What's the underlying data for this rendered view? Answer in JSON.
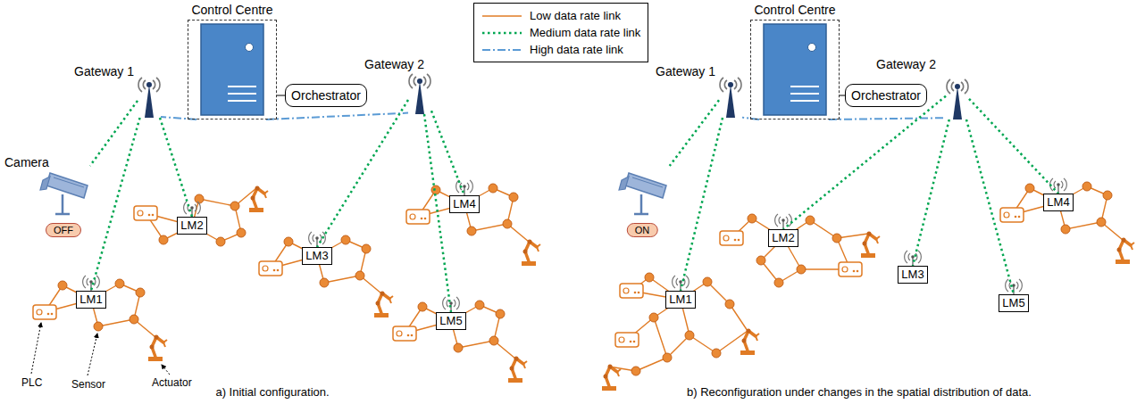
{
  "diagram": {
    "nodes": [
      {
        "text": [
          "Control Centre"
        ]
      },
      {
        "text": [
          "Orchestrator"
        ]
      },
      {
        "text": [
          "Gateway 1"
        ]
      },
      {
        "text": [
          "Gateway 2"
        ]
      },
      {
        "text": [
          "Camera",
          "OFF"
        ]
      },
      {
        "text": [
          "LM1"
        ]
      },
      {
        "text": [
          "LM2"
        ]
      },
      {
        "text": [
          "LM3"
        ]
      },
      {
        "text": [
          "LM4"
        ]
      },
      {
        "text": [
          "LM5"
        ]
      },
      {
        "text": [
          "Control Centre"
        ]
      },
      {
        "text": [
          "Orchestrator"
        ]
      },
      {
        "text": [
          "Gateway 1"
        ]
      },
      {
        "text": [
          "Gateway 2"
        ]
      },
      {
        "text": [
          "ON"
        ]
      },
      {
        "text": [
          "LM1"
        ]
      },
      {
        "text": [
          "LM2"
        ]
      },
      {
        "text": [
          "LM3"
        ]
      },
      {
        "text": [
          "LM4"
        ]
      },
      {
        "text": [
          "LM5"
        ]
      }
    ],
    "edges": [
      {
        "from": 0,
        "to": 1,
        "arrow": "none"
      },
      {
        "from": 0,
        "to": 2,
        "arrow": "none"
      },
      {
        "from": 0,
        "to": 3,
        "arrow": "none"
      },
      {
        "from": 2,
        "to": 4,
        "arrow": "none"
      },
      {
        "from": 2,
        "to": 5,
        "arrow": "none"
      },
      {
        "from": 2,
        "to": 6,
        "arrow": "none"
      },
      {
        "from": 3,
        "to": 7,
        "arrow": "none"
      },
      {
        "from": 3,
        "to": 8,
        "arrow": "none"
      },
      {
        "from": 3,
        "to": 9,
        "arrow": "none"
      },
      {
        "from": 10,
        "to": 11,
        "arrow": "none"
      },
      {
        "from": 10,
        "to": 12,
        "arrow": "none"
      },
      {
        "from": 10,
        "to": 13,
        "arrow": "none"
      },
      {
        "from": 12,
        "to": 14,
        "arrow": "none"
      },
      {
        "from": 12,
        "to": 15,
        "arrow": "none"
      },
      {
        "from": 13,
        "to": 16,
        "arrow": "none"
      },
      {
        "from": 13,
        "to": 17,
        "arrow": "none"
      },
      {
        "from": 13,
        "to": 18,
        "arrow": "none"
      },
      {
        "from": 13,
        "to": 19,
        "arrow": "none"
      }
    ],
    "labels": [
      "PLC",
      "Sensor",
      "Actuator",
      "a) Initial configuration.",
      "b) Reconfiguration under changes in the spatial distribution of data."
    ],
    "legend": [
      {
        "text": "Low data rate link"
      },
      {
        "text": "Medium data rate link"
      },
      {
        "text": "High data rate link"
      }
    ]
  }
}
